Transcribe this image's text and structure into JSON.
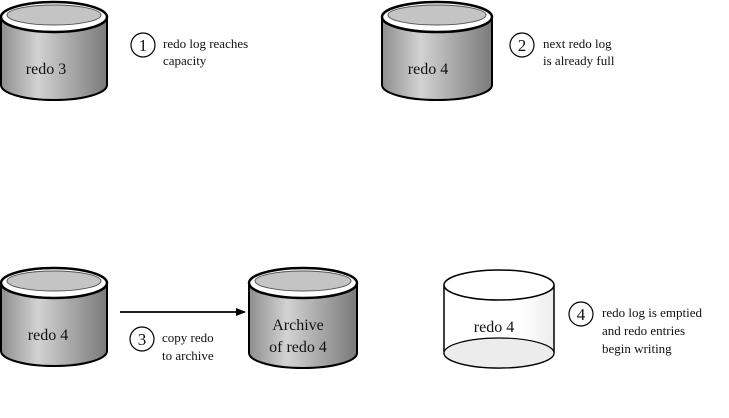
{
  "colors": {
    "cylinder_fill": "#a8a8a8",
    "cylinder_top": "#c4c4c4",
    "empty_cylinder_fill": "#ffffff",
    "stroke": "#000000"
  },
  "cylinders": {
    "redo3": {
      "label": "redo 3"
    },
    "redo4_full": {
      "label": "redo 4"
    },
    "redo4_copy": {
      "label": "redo 4"
    },
    "archive": {
      "label_line1": "Archive",
      "label_line2": "of redo 4"
    },
    "redo4_empty": {
      "label": "redo 4"
    }
  },
  "steps": [
    {
      "number": "1",
      "lines": [
        "redo log reaches",
        "capacity"
      ]
    },
    {
      "number": "2",
      "lines": [
        "next redo log",
        "is already full"
      ]
    },
    {
      "number": "3",
      "lines": [
        "copy redo",
        "to archive"
      ]
    },
    {
      "number": "4",
      "lines": [
        "redo log is emptied",
        "and redo entries",
        "begin writing"
      ]
    }
  ]
}
